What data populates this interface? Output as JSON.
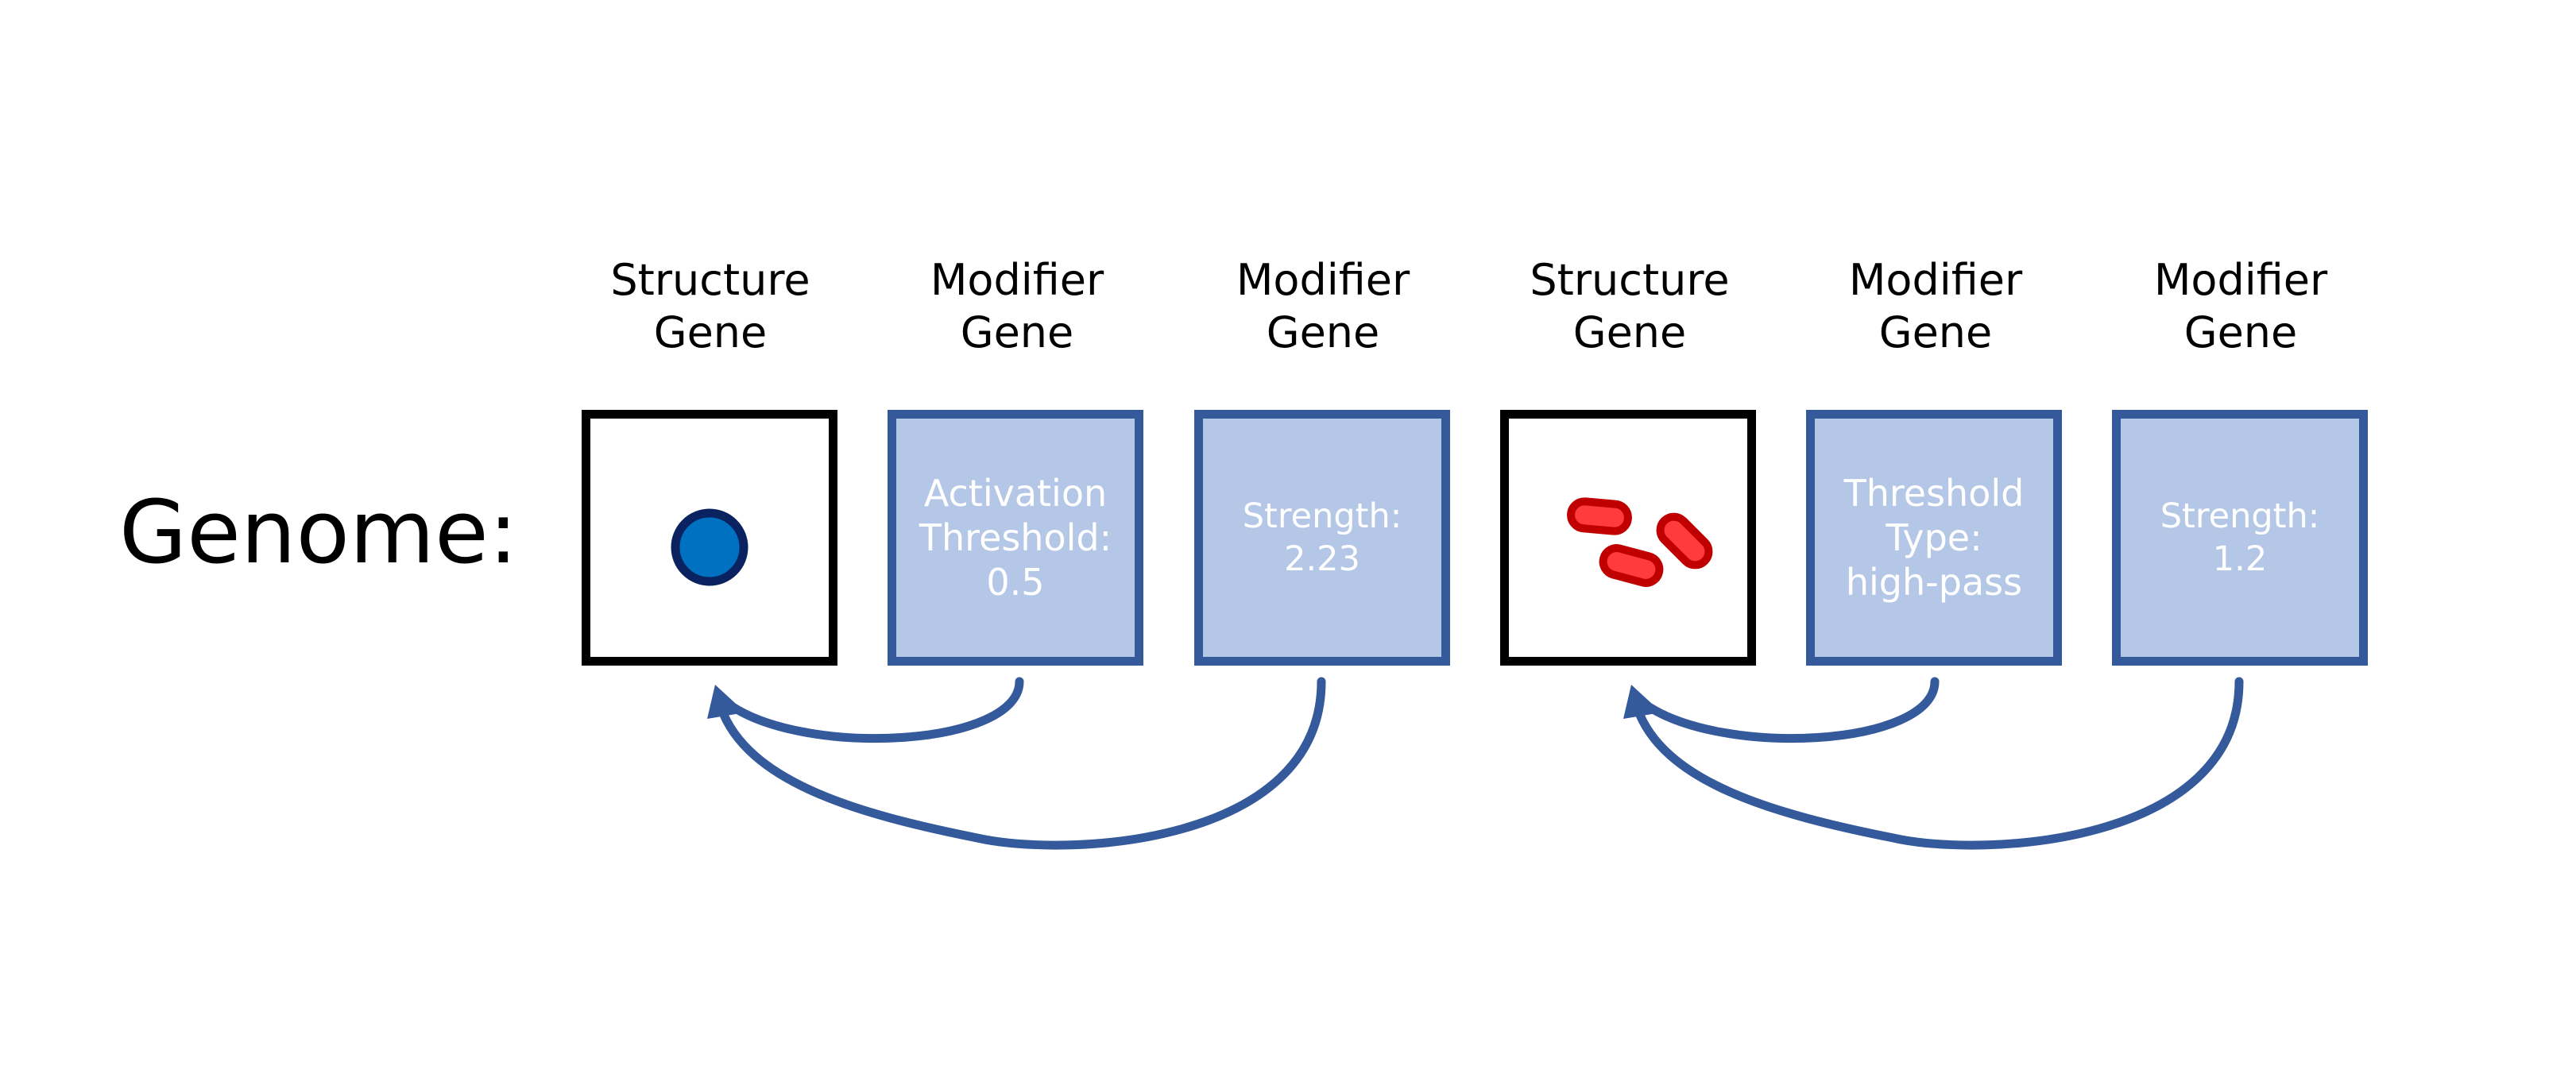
{
  "genome_label": "Genome:",
  "genes": [
    {
      "kind": "structure",
      "header": [
        "Structure",
        "Gene"
      ],
      "icon": "blue-circle-icon"
    },
    {
      "kind": "modifier",
      "header": [
        "Modifier",
        "Gene"
      ],
      "text": [
        "Activation",
        "Threshold:",
        "0.5"
      ]
    },
    {
      "kind": "modifier",
      "header": [
        "Modifier",
        "Gene"
      ],
      "text": [
        "Strength:",
        "2.23"
      ]
    },
    {
      "kind": "structure",
      "header": [
        "Structure",
        "Gene"
      ],
      "icon": "red-capsules-icon"
    },
    {
      "kind": "modifier",
      "header": [
        "Modifier",
        "Gene"
      ],
      "text": [
        "Threshold",
        "Type:",
        "high-pass"
      ]
    },
    {
      "kind": "modifier",
      "header": [
        "Modifier",
        "Gene"
      ],
      "text": [
        "Strength:",
        "1.2"
      ]
    }
  ],
  "colors": {
    "modifier_fill": "#b4c7e7",
    "modifier_border": "#345a9c",
    "structure_border": "#000000",
    "arrow": "#345a9c",
    "circle_fill": "#0070c0",
    "circle_border": "#0a2260",
    "capsule_fill": "#ff3b3b",
    "capsule_border": "#c00000"
  }
}
